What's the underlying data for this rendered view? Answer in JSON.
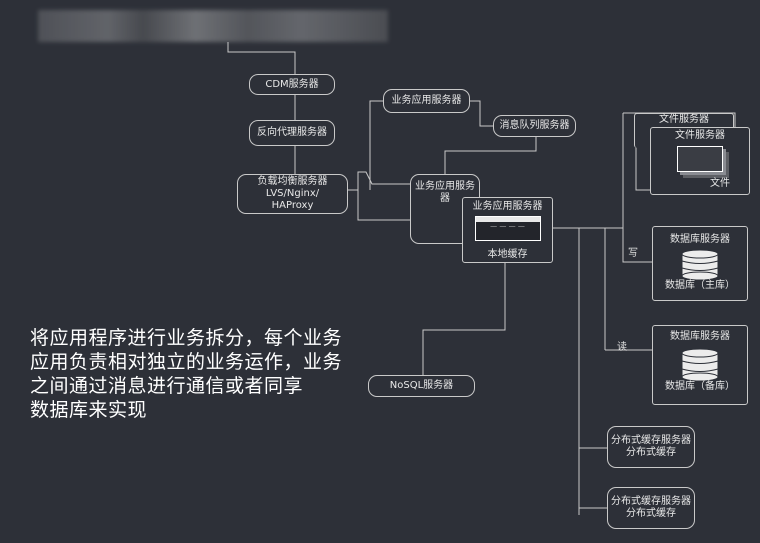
{
  "diagram": {
    "cdn": "CDM服务器",
    "reverse_proxy": "反向代理服务器",
    "load_balancer": [
      "负载均衡服务器",
      "LVS/Nginx/",
      "HAProxy"
    ],
    "app_server_top": "业务应用服务器",
    "mq_server": "消息队列服务器",
    "app_server_mid": "业务应用服务器",
    "app_server_front": "业务应用服务器",
    "local_cache": "本地缓存",
    "file_server_back": "文件服务器",
    "file_server": "文件服务器",
    "file_label": "文件",
    "db_server_master": "数据库服务器",
    "db_master_label": "数据库（主库）",
    "db_server_slave": "数据库服务器",
    "db_slave_label": "数据库（备库）",
    "write_label": "写",
    "read_label": "读",
    "nosql": "NoSQL服务器",
    "dist_cache_1": [
      "分布式缓存服务器",
      "分布式缓存"
    ],
    "dist_cache_2": [
      "分布式缓存服务器",
      "分布式缓存"
    ]
  },
  "caption": [
    "将应用程序进行业务拆分，每个业务",
    "应用负责相对独立的业务运作，业务",
    "之间通过消息进行通信或者同享",
    "数据库来实现"
  ],
  "colors": {
    "background": "#2d3038",
    "line": "#c9c9c9",
    "text": "#e8e8e8"
  }
}
